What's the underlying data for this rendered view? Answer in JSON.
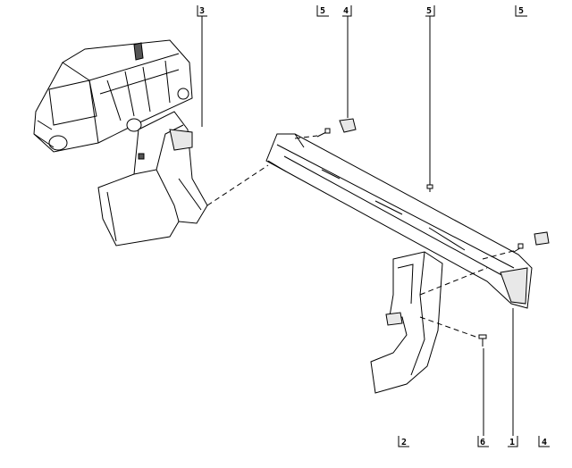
{
  "diagram": {
    "callouts_top": [
      {
        "id": "callout-3",
        "label": "3"
      },
      {
        "id": "callout-5a",
        "label": "5"
      },
      {
        "id": "callout-4a",
        "label": "4"
      },
      {
        "id": "callout-5b",
        "label": "5"
      },
      {
        "id": "callout-5c",
        "label": "5"
      }
    ],
    "callouts_bottom": [
      {
        "id": "callout-2",
        "label": "2"
      },
      {
        "id": "callout-6",
        "label": "6"
      },
      {
        "id": "callout-1",
        "label": "1"
      },
      {
        "id": "callout-4b",
        "label": "4"
      }
    ]
  }
}
